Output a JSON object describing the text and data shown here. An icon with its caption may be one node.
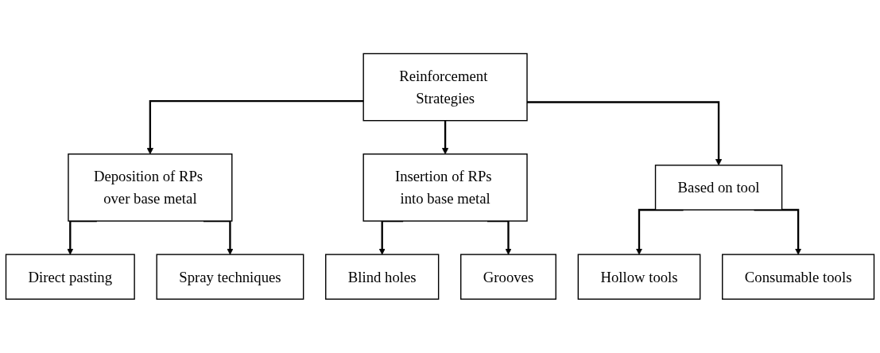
{
  "diagram": {
    "nodes": [
      {
        "text": [
          "Reinforcement Strategies"
        ]
      },
      {
        "text": [
          "Deposition of RPs over base metal"
        ]
      },
      {
        "text": [
          "Insertion of RPs into base metal"
        ]
      },
      {
        "text": [
          "Based on tool"
        ]
      },
      {
        "text": [
          "Direct pasting"
        ]
      },
      {
        "text": [
          "Spray techniques"
        ]
      },
      {
        "text": [
          "Blind holes"
        ]
      },
      {
        "text": [
          "Grooves"
        ]
      },
      {
        "text": [
          "Hollow tools"
        ]
      },
      {
        "text": [
          "Consumable tools"
        ]
      }
    ],
    "edges": [
      {
        "from": 0,
        "to": 1,
        "arrow": "to"
      },
      {
        "from": 0,
        "to": 2,
        "arrow": "to"
      },
      {
        "from": 0,
        "to": 3,
        "arrow": "to"
      },
      {
        "from": 1,
        "to": 4,
        "arrow": "to"
      },
      {
        "from": 1,
        "to": 5,
        "arrow": "to"
      },
      {
        "from": 2,
        "to": 6,
        "arrow": "to"
      },
      {
        "from": 2,
        "to": 7,
        "arrow": "to"
      },
      {
        "from": 3,
        "to": 8,
        "arrow": "to"
      },
      {
        "from": 3,
        "to": 9,
        "arrow": "to"
      }
    ]
  }
}
